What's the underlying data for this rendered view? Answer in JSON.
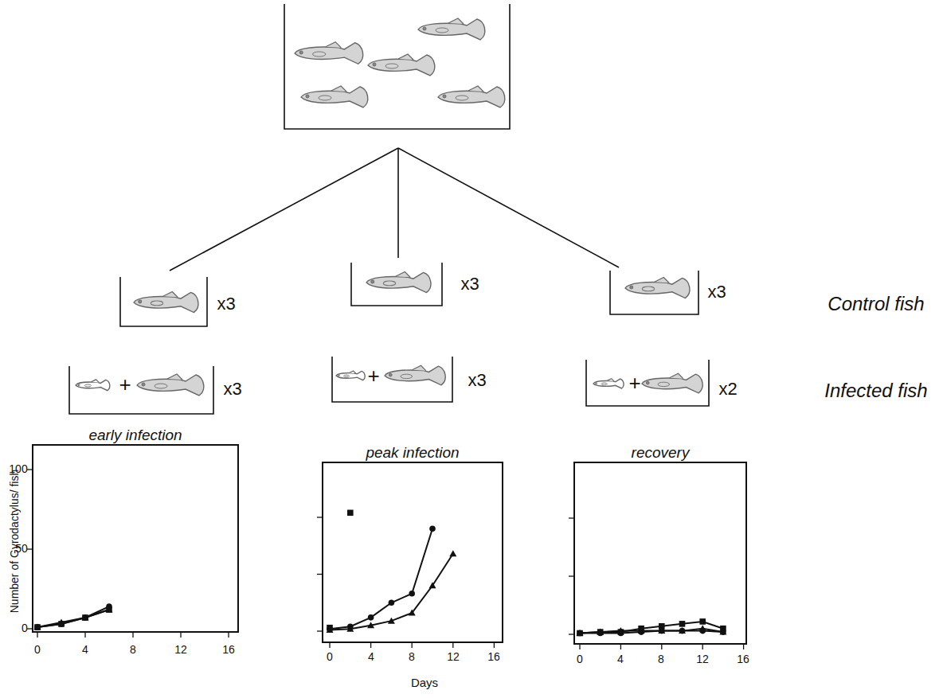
{
  "diagram": {
    "nodes": [
      {
        "text": [
          "early infection"
        ]
      },
      {
        "text": [
          "peak infection"
        ]
      },
      {
        "text": [
          "recovery"
        ]
      }
    ],
    "labels": [
      "x3",
      "x3",
      "x3",
      "Control fish",
      "+",
      "x3",
      "+",
      "x3",
      "+",
      "x2",
      "Infected fish",
      "Number of Gyrodactylus/ fish",
      "0",
      "50",
      "100",
      "0",
      "4",
      "8",
      "12",
      "16",
      "0",
      "4",
      "8",
      "12",
      "16",
      "0",
      "4",
      "8",
      "12",
      "16",
      "Days"
    ]
  }
}
